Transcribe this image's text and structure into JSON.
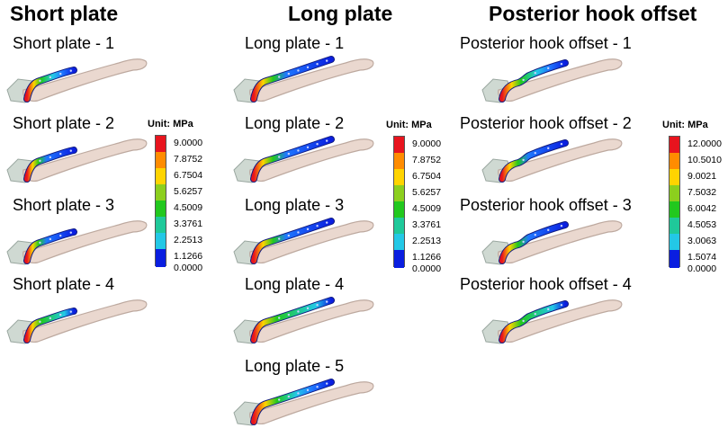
{
  "columns": [
    {
      "title": "Short plate",
      "panels": [
        "Short plate - 1",
        "Short plate - 2",
        "Short plate - 3",
        "Short plate - 4"
      ]
    },
    {
      "title": "Long plate",
      "panels": [
        "Long plate - 1",
        "Long plate - 2",
        "Long plate - 3",
        "Long plate - 4",
        "Long plate - 5"
      ]
    },
    {
      "title": "Posterior hook offset",
      "panels": [
        "Posterior hook offset - 1",
        "Posterior hook offset - 2",
        "Posterior hook offset - 3",
        "Posterior hook offset - 4"
      ]
    }
  ],
  "legends": [
    {
      "title": "Unit: MPa",
      "values": [
        "9.0000",
        "7.8752",
        "6.7504",
        "5.6257",
        "4.5009",
        "3.3761",
        "2.2513",
        "1.1266",
        "0.0000"
      ]
    },
    {
      "title": "Unit: MPa",
      "values": [
        "9.0000",
        "7.8752",
        "6.7504",
        "5.6257",
        "4.5009",
        "3.3761",
        "2.2513",
        "1.1266",
        "0.0000"
      ]
    },
    {
      "title": "Unit: MPa",
      "values": [
        "12.0000",
        "10.5010",
        "9.0021",
        "7.5032",
        "6.0042",
        "4.5053",
        "3.0063",
        "1.5074",
        "0.0000"
      ]
    }
  ],
  "colors": {
    "scale": [
      "#e8141e",
      "#ff8c00",
      "#ffd400",
      "#8ccf1e",
      "#22c81e",
      "#1fc99a",
      "#23c8e6",
      "#1f78ff",
      "#0a1ee0"
    ],
    "bone": "#ead8cf",
    "bone_edge": "#bda99f",
    "plate": "#1f2fd0",
    "joint": "#cfd9d2"
  }
}
